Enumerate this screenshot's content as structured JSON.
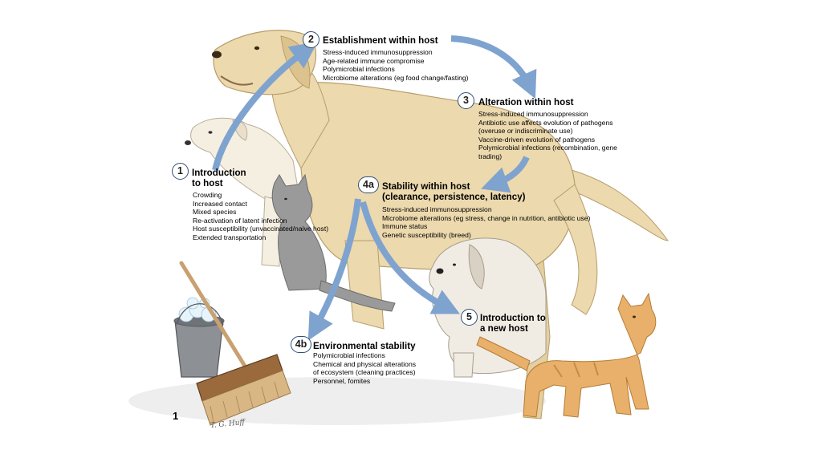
{
  "figure_number": "1",
  "artist_signature": "T. G. Huff",
  "stages": [
    {
      "id": "1",
      "title_lines": [
        "Introduction",
        "to host"
      ],
      "items": [
        "Crowding",
        "Increased contact",
        "Mixed species",
        "Re-activation of latent infection",
        "Host susceptibility (unvaccinated/naive host)",
        "Extended transportation"
      ]
    },
    {
      "id": "2",
      "title_lines": [
        "Establishment within host"
      ],
      "items": [
        "Stress-induced immunosuppression",
        "Age-related immune compromise",
        "Polymicrobial infections",
        "Microbiome alterations (eg food change/fasting)"
      ]
    },
    {
      "id": "3",
      "title_lines": [
        "Alteration within host"
      ],
      "items": [
        "Stress-induced immunosuppression",
        "Antibiotic use affects evolution of pathogens",
        "(overuse or indiscriminate use)",
        "Vaccine-driven evolution of pathogens",
        "Polymicrobial infections (recombination, gene",
        "trading)"
      ]
    },
    {
      "id": "4a",
      "title_lines": [
        "Stability within host",
        "(clearance, persistence, latency)"
      ],
      "items": [
        "Stress-induced immunosuppression",
        "Microbiome alterations (eg stress, change in nutrition, antibiotic use)",
        "Immune status",
        "Genetic susceptibility (breed)"
      ]
    },
    {
      "id": "4b",
      "title_lines": [
        "Environmental stability"
      ],
      "items": [
        "Polymicrobial infections",
        "Chemical and physical alterations",
        "of ecosystem (cleaning practices)",
        "Personnel, fomites"
      ]
    },
    {
      "id": "5",
      "title_lines": [
        "Introduction to",
        "a new host"
      ],
      "items": []
    }
  ],
  "colors": {
    "arrow": "#7fa3cf",
    "badge_border": "#2c4f78",
    "dog_fur": "#ecd9ad",
    "cat_orange": "#e8b06a",
    "gray_cat": "#9a9a9a",
    "bucket": "#8d9095"
  },
  "illustrations": [
    "large-yellow-dog",
    "white-puppy",
    "gray-cat",
    "shaggy-terrier",
    "orange-tabby-cat",
    "bucket-with-foam",
    "push-broom"
  ]
}
